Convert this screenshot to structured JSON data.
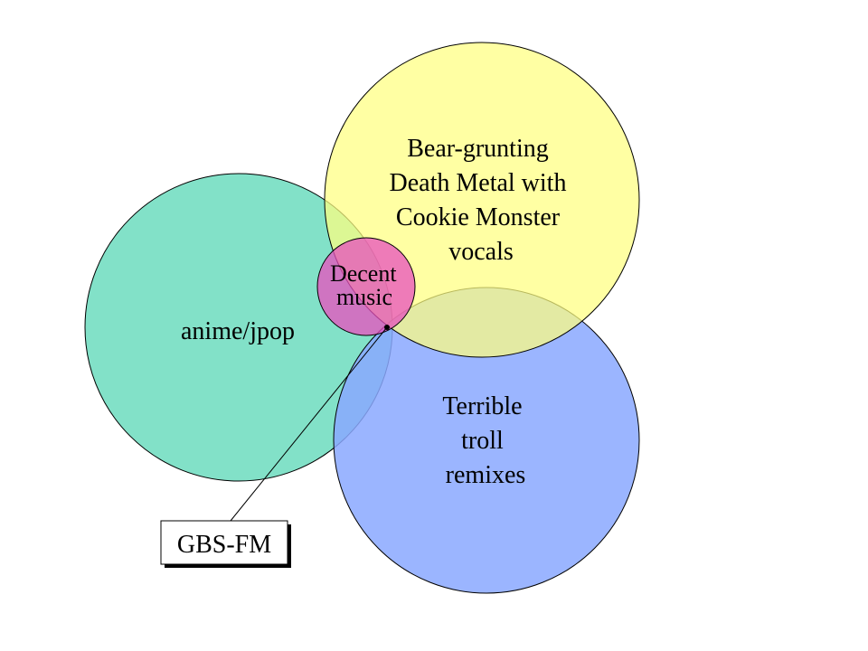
{
  "diagram": {
    "sets": {
      "death_metal": {
        "lines": [
          "Bear-grunting",
          "Death Metal with",
          "Cookie Monster",
          "vocals"
        ],
        "color": "#ffff7f"
      },
      "anime": {
        "lines": [
          "anime/jpop"
        ],
        "color": "#5fd9b8"
      },
      "troll": {
        "lines": [
          "Terrible",
          "troll",
          "remixes"
        ],
        "color": "#8aa8ff"
      },
      "decent": {
        "lines": [
          "Decent",
          "music"
        ],
        "color": "#e84fbf"
      }
    },
    "callout": {
      "label": "GBS-FM"
    }
  }
}
